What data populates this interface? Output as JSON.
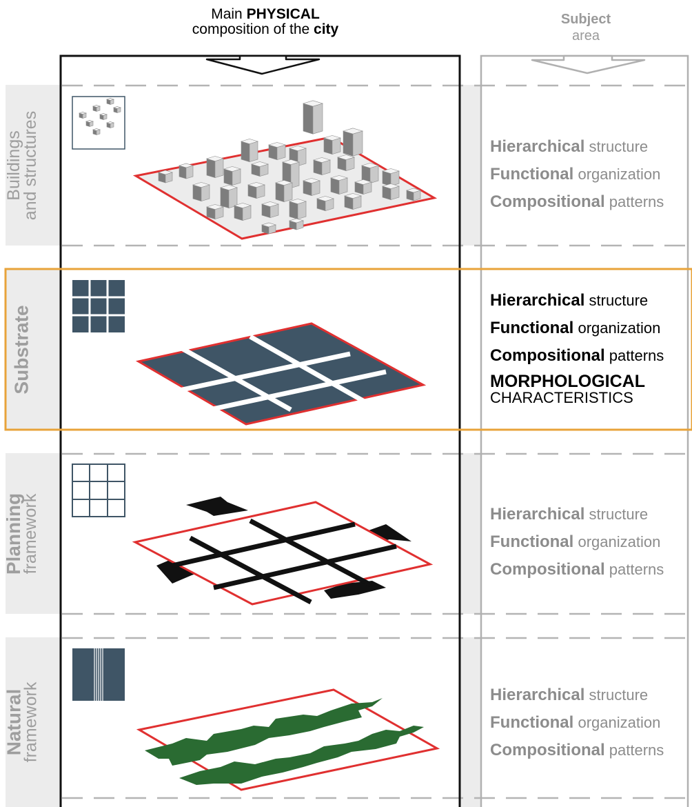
{
  "header": {
    "main_prefix": "Main",
    "main_bold": "PHYSICAL",
    "main_line2": "composition of the",
    "main_line2_bold": "city",
    "subject_line1": "Subject",
    "subject_line2": "area"
  },
  "layers": [
    {
      "label_line1": "Buildings",
      "label_line2": "and structures",
      "subjects": [
        {
          "bold": "Hierarchical",
          "rest": "structure"
        },
        {
          "bold": "Functional",
          "rest": "organization"
        },
        {
          "bold": "Compositional",
          "rest": "patterns"
        }
      ]
    },
    {
      "label_line1": "Substrate",
      "subjects": [
        {
          "bold": "Hierarchical",
          "rest": "structure"
        },
        {
          "bold": "Functional",
          "rest": "organization"
        },
        {
          "bold": "Compositional",
          "rest": "patterns"
        }
      ],
      "morph_bold": "MORPHOLOGICAL",
      "morph_rest": "CHARACTERISTICS"
    },
    {
      "label_line1": "Planning",
      "label_line2": "framework",
      "subjects": [
        {
          "bold": "Hierarchical",
          "rest": "structure"
        },
        {
          "bold": "Functional",
          "rest": "organization"
        },
        {
          "bold": "Compositional",
          "rest": "patterns"
        }
      ]
    },
    {
      "label_line1": "Natural",
      "label_line2": "framework",
      "subjects": [
        {
          "bold": "Hierarchical",
          "rest": "structure"
        },
        {
          "bold": "Functional",
          "rest": "organization"
        },
        {
          "bold": "Compositional",
          "rest": "patterns"
        }
      ]
    }
  ],
  "colors": {
    "highlight": "#e8a33a",
    "parcel_fill": "#3f5566",
    "plot_border": "#e03030",
    "greenery": "#2a6b32",
    "muted_text": "#9e9e9e",
    "label_band": "#ececec"
  }
}
